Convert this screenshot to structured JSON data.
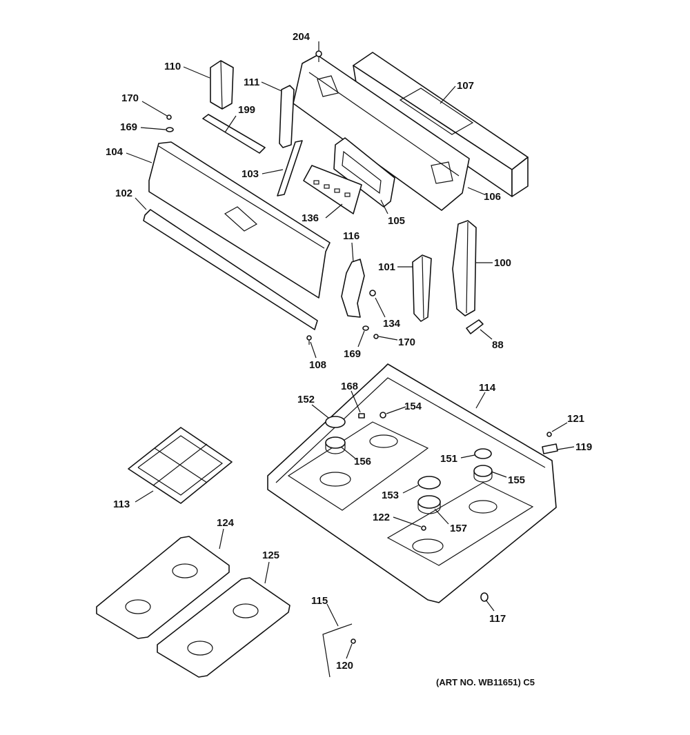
{
  "art_number": "(ART NO. WB11651) C5",
  "callouts": {
    "p100": "100",
    "p101": "101",
    "p102": "102",
    "p103": "103",
    "p104": "104",
    "p105": "105",
    "p106": "106",
    "p107": "107",
    "p108": "108",
    "p110": "110",
    "p111": "111",
    "p113": "113",
    "p114": "114",
    "p115": "115",
    "p116": "116",
    "p117": "117",
    "p119": "119",
    "p120": "120",
    "p121": "121",
    "p122": "122",
    "p124": "124",
    "p125": "125",
    "p134": "134",
    "p136": "136",
    "p151": "151",
    "p152": "152",
    "p153": "153",
    "p154": "154",
    "p155": "155",
    "p156": "156",
    "p157": "157",
    "p168": "168",
    "p169a": "169",
    "p169b": "169",
    "p170a": "170",
    "p170b": "170",
    "p199": "199",
    "p204": "204",
    "p88": "88"
  }
}
